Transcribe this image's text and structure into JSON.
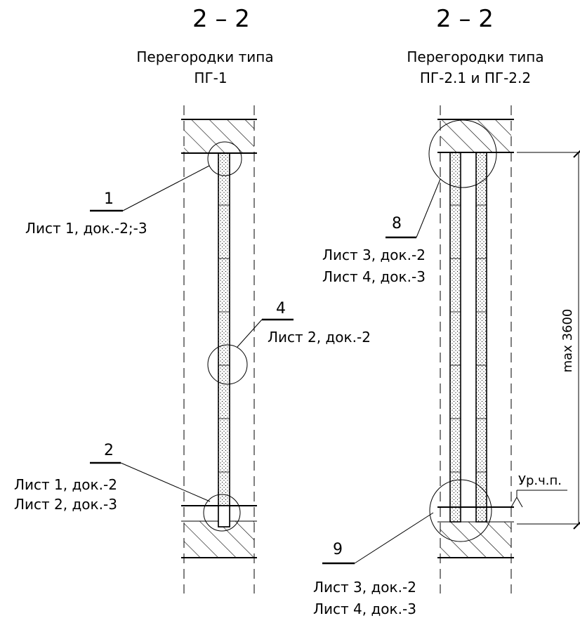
{
  "left": {
    "section_title": "2 – 2",
    "subtitle_line1": "Перегородки типа",
    "subtitle_line2": "ПГ-1",
    "callouts": [
      {
        "number": "1",
        "notes": [
          "Лист 1, док.-2;-3"
        ]
      },
      {
        "number": "4",
        "notes": [
          "Лист 2, док.-2"
        ]
      },
      {
        "number": "2",
        "notes": [
          "Лист 1, док.-2",
          "Лист 2, док.-3"
        ]
      }
    ]
  },
  "right": {
    "section_title": "2 – 2",
    "subtitle_line1": "Перегородки типа",
    "subtitle_line2": "ПГ-2.1 и ПГ-2.2",
    "callouts": [
      {
        "number": "8",
        "notes": [
          "Лист 3, док.-2",
          "Лист 4, док.-3"
        ]
      },
      {
        "number": "9",
        "notes": [
          "Лист 3, док.-2",
          "Лист 4, док.-3"
        ]
      }
    ],
    "dimension_label": "max 3600",
    "floor_level_label": "Ур.ч.п."
  }
}
